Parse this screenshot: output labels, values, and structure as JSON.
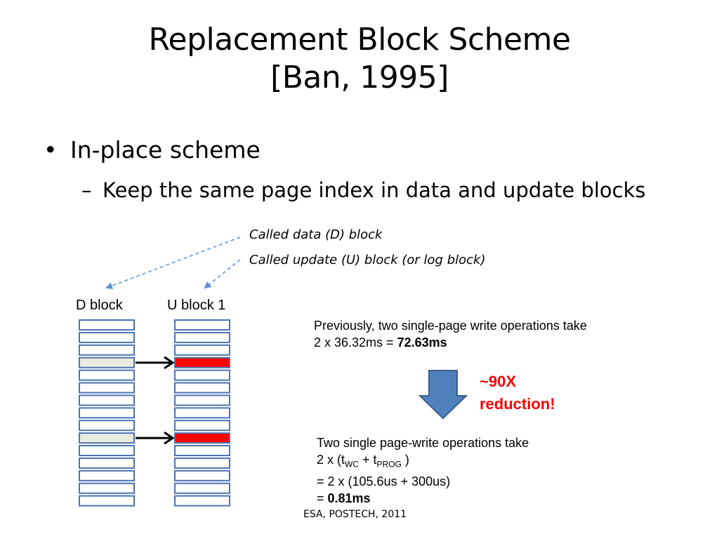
{
  "slide": {
    "title_line1": "Replacement Block Scheme",
    "title_line2": "[Ban, 1995]",
    "bullet1": "In-place scheme",
    "bullet2_dash": "–",
    "bullet2": "Keep the same page index in data and update blocks",
    "callout_data": "Called data (D) block",
    "callout_update": "Called update (U) block (or log block)",
    "d_block_label": "D block",
    "u_block_label": "U block 1",
    "previously_line1": "Previously, two single-page write operations take",
    "previously_line2_prefix": "2 x 36.32ms = ",
    "previously_result": "72.63ms",
    "reduction_line1": "~90X",
    "reduction_line2": "reduction!",
    "now_line1": "Two single page-write operations take",
    "now_line2_prefix": "2 x (t",
    "now_sub_wc": "WC",
    "now_plus": " + t",
    "now_sub_prog": "PROG",
    "now_close": " )",
    "now_line3": "= 2 x (105.6us + 300us)",
    "now_line4_prefix": "= ",
    "now_result": "0.81ms",
    "footer": "ESA, POSTECH, 2011"
  },
  "colors": {
    "page_border": "#4a73b5",
    "page_fill": "#ffffff",
    "d_highlight": "#ebebe0",
    "u_highlight": "#ff0000",
    "arrow_fill": "#4f81bd",
    "arrow_stroke": "#385d8a",
    "dashed_arrow": "#5b8fd0",
    "reduction_text": "#ff0000"
  },
  "icons": {
    "bullet": "•",
    "transfer_arrow": "right-arrow-icon",
    "down_arrow": "down-arrow-icon"
  },
  "diagram": {
    "pages_per_block": 15,
    "written_pages": [
      3,
      9
    ]
  }
}
